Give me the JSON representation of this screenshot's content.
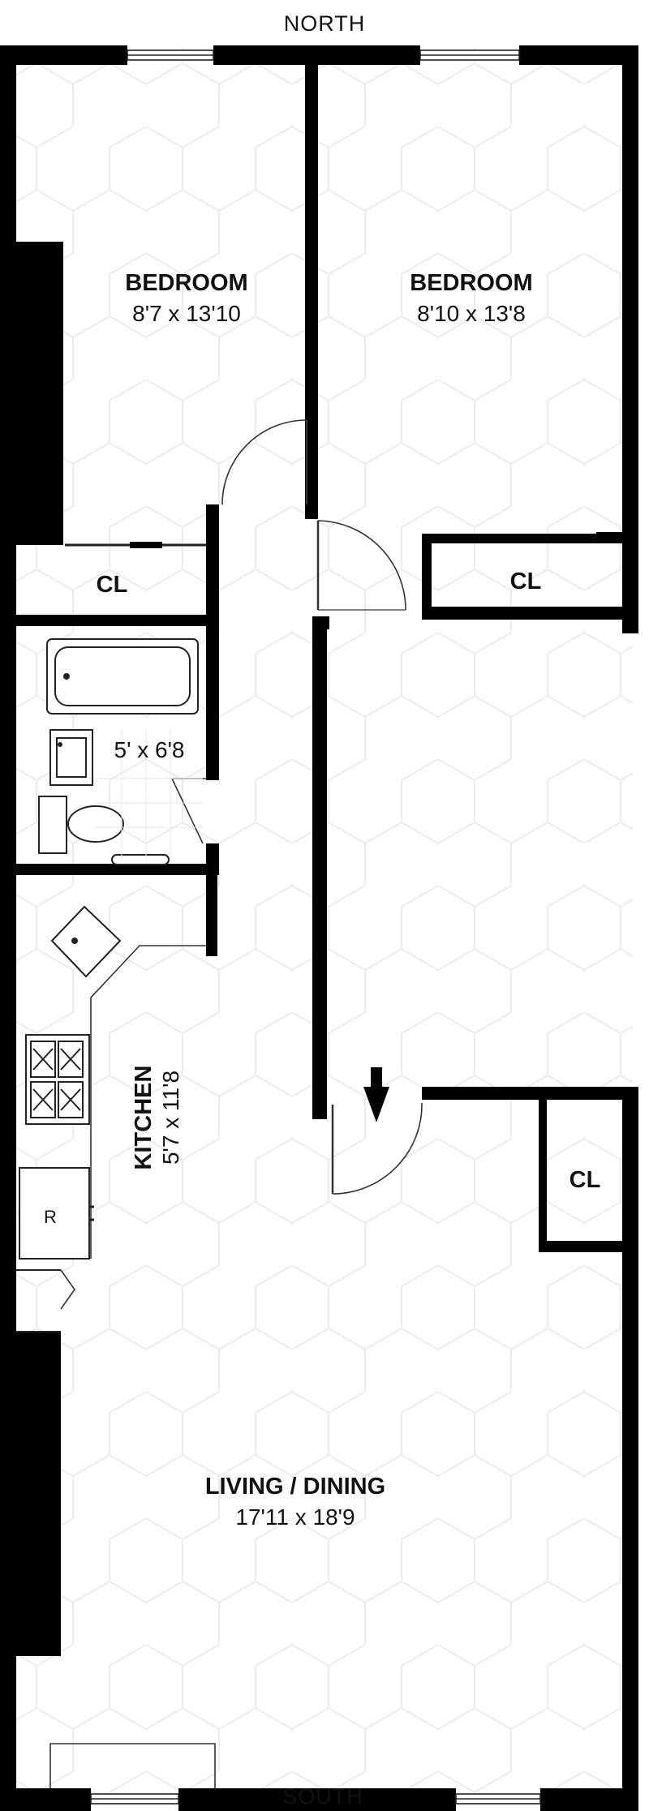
{
  "compass": {
    "north": "NORTH",
    "south": "SOUTH"
  },
  "rooms": {
    "bedroom_left": {
      "name": "BEDROOM",
      "dims": "8'7 x 13'10"
    },
    "bedroom_right": {
      "name": "BEDROOM",
      "dims": "8'10 x 13'8"
    },
    "bathroom": {
      "dims": "5' x 6'8"
    },
    "kitchen": {
      "name": "KITCHEN",
      "dims": "5'7 x 11'8"
    },
    "living": {
      "name": "LIVING / DINING",
      "dims": "17'11 x 18'9"
    }
  },
  "closets": {
    "left": "CL",
    "right": "CL",
    "entry": "CL"
  },
  "fixtures": {
    "refrigerator": "R"
  },
  "icons": {
    "entry": "entry-arrow-icon",
    "window": "window-icon",
    "door": "door-swing-icon"
  }
}
